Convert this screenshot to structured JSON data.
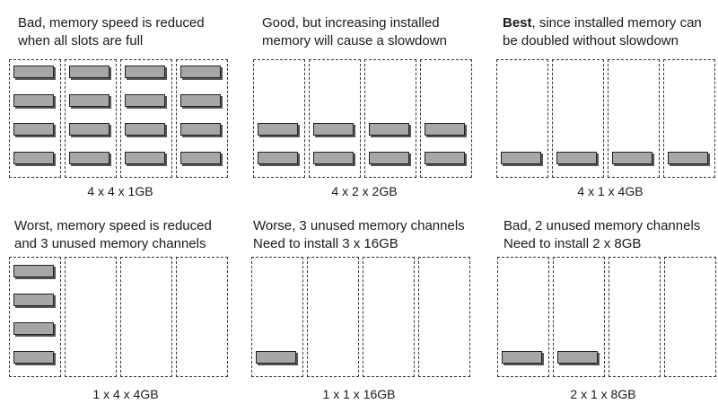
{
  "colors": {
    "dimm": "#a7a7a7",
    "channel_border": "#333333"
  },
  "panels": [
    {
      "id": "p1",
      "desc_bold": "",
      "desc_lines": [
        "Bad, memory speed is reduced",
        "when all slots are full"
      ],
      "caption": "4 x 4 x 1GB",
      "dimms_per_channel": [
        4,
        4,
        4,
        4
      ]
    },
    {
      "id": "p2",
      "desc_bold": "",
      "desc_lines": [
        "Good, but increasing installed",
        "memory will cause a slowdown"
      ],
      "caption": "4 x 2 x 2GB",
      "dimms_per_channel": [
        2,
        2,
        2,
        2
      ]
    },
    {
      "id": "p3",
      "desc_bold": "Best",
      "desc_lines": [
        ", since installed memory can",
        "be doubled without slowdown"
      ],
      "caption": "4 x 1 x 4GB",
      "dimms_per_channel": [
        1,
        1,
        1,
        1
      ]
    },
    {
      "id": "p4",
      "desc_bold": "",
      "desc_lines": [
        "Worst, memory speed is reduced",
        "and 3 unused memory channels"
      ],
      "caption": "1 x 4 x 4GB",
      "dimms_per_channel": [
        4,
        0,
        0,
        0
      ]
    },
    {
      "id": "p5",
      "desc_bold": "",
      "desc_lines": [
        "Worse, 3 unused memory channels",
        "Need to install 3 x 16GB"
      ],
      "caption": "1 x 1 x 16GB",
      "dimms_per_channel": [
        1,
        0,
        0,
        0
      ]
    },
    {
      "id": "p6",
      "desc_bold": "",
      "desc_lines": [
        "Bad, 2 unused memory channels",
        "Need to install 2 x 8GB"
      ],
      "caption": "2 x 1 x 8GB",
      "dimms_per_channel": [
        1,
        1,
        0,
        0
      ]
    }
  ]
}
